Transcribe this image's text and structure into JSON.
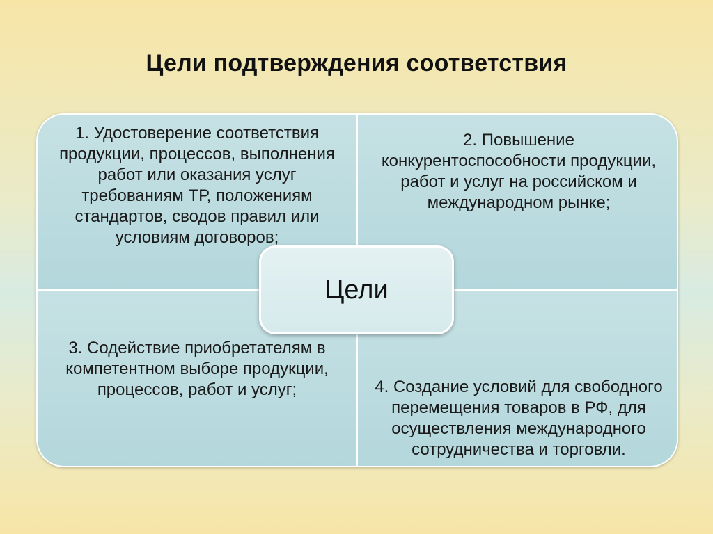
{
  "title": "Цели подтверждения соответствия",
  "center": "Цели",
  "quadrants": [
    {
      "text": "1. Удостоверение соответствия продукции, процессов, выполнения работ или оказания услуг требованиям ТР, положениям стандартов, сводов правил или условиям договоров;"
    },
    {
      "text": "2. Повышение конкурентоспособности продукции, работ и услуг на российском и международном рынке;"
    },
    {
      "text": "3. Содействие приобретателям в компетентном выборе продукции, процессов, работ и услуг;"
    },
    {
      "text": "4. Создание условий для свободного перемещения товаров в РФ, для осуществления международного сотрудничества и торговли."
    }
  ],
  "colors": {
    "quadrant_fill": "#b3d7dc",
    "center_fill": "#d6eaec",
    "border": "#ffffff"
  }
}
